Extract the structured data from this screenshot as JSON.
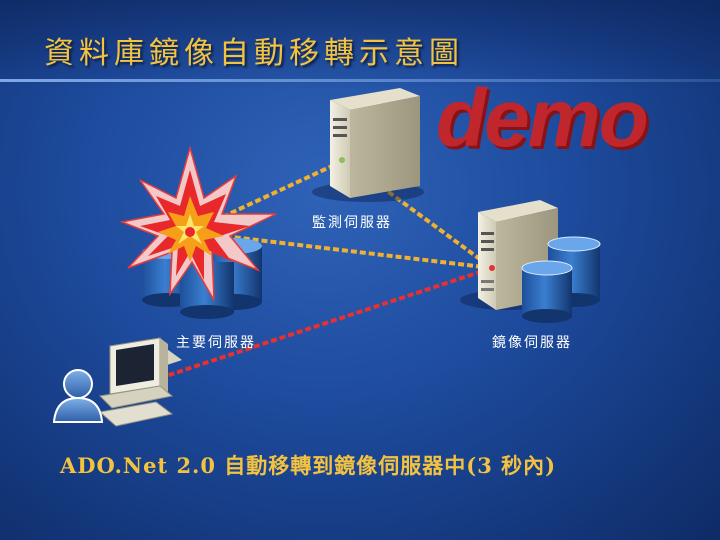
{
  "slide": {
    "title": "資料庫鏡像自動移轉示意圖",
    "logo_text": "demo",
    "caption": "ADO.Net 2.0 自動移轉到鏡像伺服器中(3 秒內)"
  },
  "nodes": {
    "monitor": {
      "label": "監測伺服器"
    },
    "primary": {
      "label": "主要伺服器"
    },
    "mirror": {
      "label": "鏡像伺服器"
    },
    "client": {
      "icon": "client-computer-icon"
    }
  },
  "colors": {
    "title": "#f3c340",
    "logo": "#c0272d",
    "monitor_link": "#f0b030",
    "client_link": "#e83030",
    "burst": "#e8282a"
  },
  "icons": [
    "server-tower-icon",
    "database-cylinder-icon",
    "explosion-icon",
    "user-icon",
    "computer-icon"
  ]
}
